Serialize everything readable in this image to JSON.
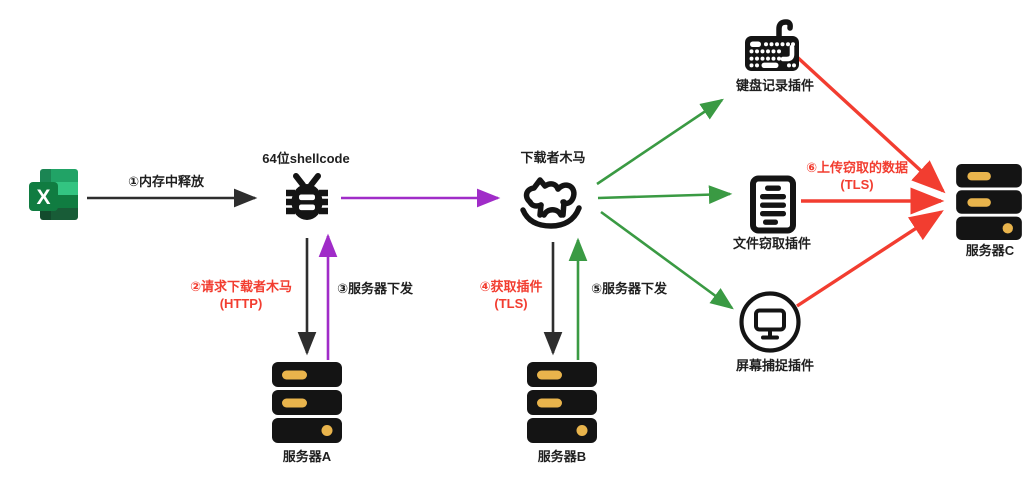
{
  "diagram": {
    "description": "Malware infection chain flow diagram",
    "nodes": {
      "excel": {
        "letter": "X"
      },
      "shellcode": {
        "label": "64位shellcode"
      },
      "downloader": {
        "label": "下载者木马"
      },
      "server_a": {
        "label": "服务器A"
      },
      "server_b": {
        "label": "服务器B"
      },
      "server_c": {
        "label": "服务器C"
      },
      "plugin_keyboard": {
        "label": "键盘记录插件"
      },
      "plugin_file": {
        "label": "文件窃取插件"
      },
      "plugin_screen": {
        "label": "屏幕捕捉插件"
      }
    },
    "steps": {
      "step1": {
        "label": "①内存中释放"
      },
      "step2": {
        "line1": "②请求下载者木马",
        "line2": "(HTTP)"
      },
      "step3": {
        "label": "③服务器下发"
      },
      "step4": {
        "line1": "④获取插件",
        "line2": "(TLS)"
      },
      "step5": {
        "label": "⑤服务器下发"
      },
      "step6": {
        "line1": "⑥上传窃取的数据",
        "line2": "(TLS)"
      }
    },
    "colors": {
      "arrow_black": "#2e2e2e",
      "arrow_purple": "#a02cc8",
      "arrow_green": "#3a9a43",
      "arrow_red": "#f23d30",
      "icon_black": "#141414",
      "server_accent": "#e9b44c",
      "excel_green_dark": "#185c37",
      "excel_green": "#107c41",
      "excel_green_mid": "#21a366",
      "excel_green_light": "#33c481"
    }
  }
}
